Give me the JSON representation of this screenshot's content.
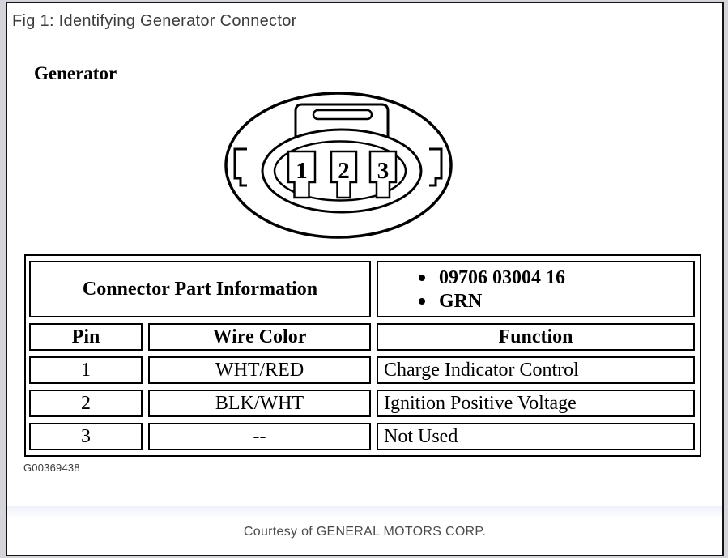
{
  "figure": {
    "title": "Fig 1: Identifying Generator Connector",
    "diagram_label": "Generator",
    "image_code": "G00369438",
    "footer": "Courtesy of GENERAL MOTORS CORP."
  },
  "connector": {
    "pins": [
      "1",
      "2",
      "3"
    ]
  },
  "table": {
    "part_info_header": "Connector Part Information",
    "part_info_items": [
      "09706 03004 16",
      "GRN"
    ],
    "columns": [
      "Pin",
      "Wire Color",
      "Function"
    ],
    "rows": [
      {
        "pin": "1",
        "wire_color": "WHT/RED",
        "function": "Charge Indicator Control"
      },
      {
        "pin": "2",
        "wire_color": "BLK/WHT",
        "function": "Ignition Positive Voltage"
      },
      {
        "pin": "3",
        "wire_color": "--",
        "function": "Not Used"
      }
    ]
  },
  "colors": {
    "page_border": "#141414",
    "table_border": "#000000",
    "title_text": "#3d3d3d",
    "footer_text": "#4b4b4b",
    "edge_gutter": "#d4d4da"
  }
}
